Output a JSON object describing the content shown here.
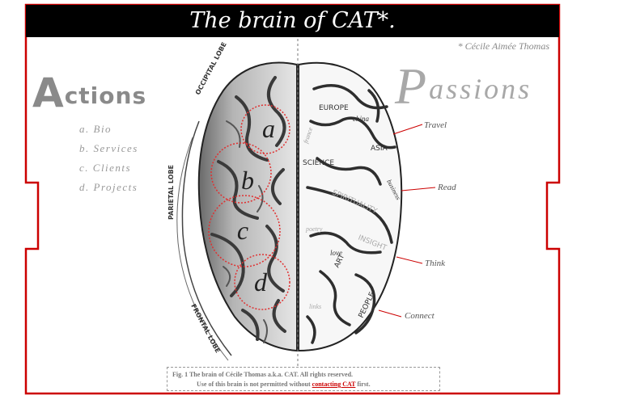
{
  "title": "The brain of CAT*.",
  "credit": "* Cécile Aimée Thomas",
  "actions_heading": {
    "initial": "A",
    "rest": "ctions"
  },
  "passions_heading": {
    "initial": "P",
    "rest": "assions"
  },
  "actions_menu": [
    {
      "label": "a. Bio"
    },
    {
      "label": "b. Services"
    },
    {
      "label": "c. Clients"
    },
    {
      "label": "d. Projects"
    }
  ],
  "brain_lobes": {
    "occipital": "OCCIPITAL LOBE",
    "parietal": "PARIETAL LOBE",
    "frontal": "FRONTAL LOBE"
  },
  "region_letters": [
    "a",
    "b",
    "c",
    "d"
  ],
  "brain_words": {
    "europe": "EUROPE",
    "china": "china",
    "france": "france",
    "asia": "ASIA",
    "science": "SCIENCE",
    "business": "business",
    "spirituality": "SPIRITUALITY",
    "poetry": "poetry",
    "insight": "INSIGHT",
    "love": "love",
    "art": "ART",
    "links": "links",
    "people": "PEOPLE"
  },
  "passions_links": {
    "travel": "Travel",
    "read": "Read",
    "think": "Think",
    "connect": "Connect"
  },
  "caption": {
    "line1": "Fig. 1  The brain of Cécile Thomas a.k.a. CAT. All rights reserved.",
    "line2_pre": "Use of this brain is not permitted without ",
    "link": "contacting CAT",
    "line2_post": " first."
  },
  "colors": {
    "frame_red": "#cc0000",
    "title_bg": "#000000",
    "heading_gray": "#8a8a8a",
    "circle_red": "#e03030"
  }
}
